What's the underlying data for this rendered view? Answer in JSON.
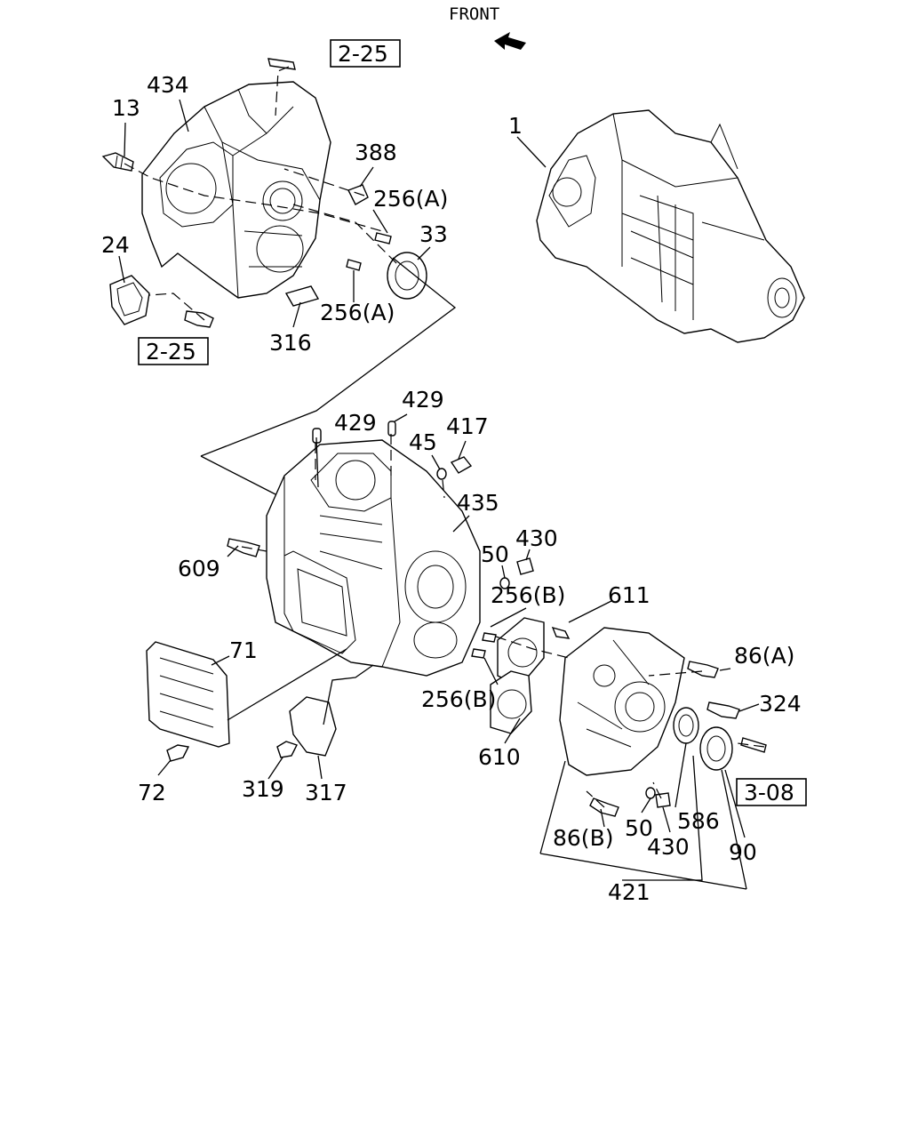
{
  "header": {
    "front_label": "FRONT"
  },
  "refs": {
    "r1": "2-25",
    "r2": "2-25",
    "r3": "3-08"
  },
  "callouts": {
    "c434": "434",
    "c13": "13",
    "c388": "388",
    "c256a1": "256(A)",
    "c33": "33",
    "c24": "24",
    "c256a2": "256(A)",
    "c316": "316",
    "c1": "1",
    "c429a": "429",
    "c429b": "429",
    "c45": "45",
    "c417": "417",
    "c435": "435",
    "c609": "609",
    "c50a": "50",
    "c430a": "430",
    "c256b1": "256(B)",
    "c611": "611",
    "c71": "71",
    "c86a": "86(A)",
    "c256b2": "256(B)",
    "c324": "324",
    "c610": "610",
    "c72": "72",
    "c319": "319",
    "c317": "317",
    "c586": "586",
    "c86b": "86(B)",
    "c50b": "50",
    "c430b": "430",
    "c90": "90",
    "c421": "421"
  }
}
